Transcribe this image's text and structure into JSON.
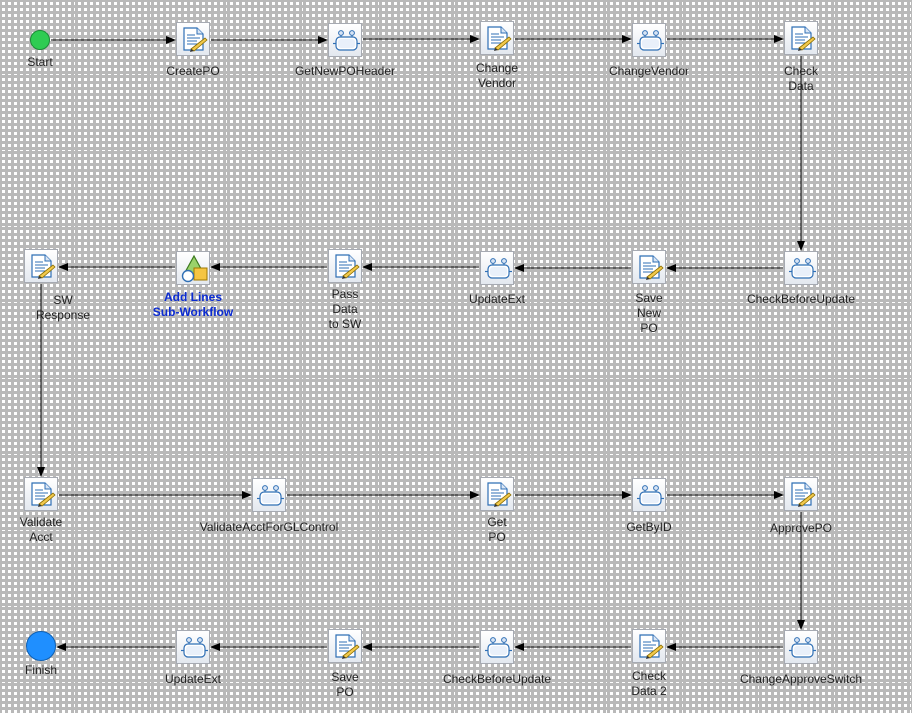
{
  "colors": {
    "start": "#2ecc52",
    "finish": "#1f8fff",
    "edge": "#000000",
    "subflow_label": "#0b2bd1"
  },
  "nodes": {
    "start": {
      "label": "Start",
      "kind": "start-event"
    },
    "create_po": {
      "label": "CreatePO",
      "kind": "script"
    },
    "get_new_po_header": {
      "label": "GetNewPOHeader",
      "kind": "service"
    },
    "change_vendor_script": {
      "label": "Change\nVendor",
      "kind": "script"
    },
    "change_vendor_service": {
      "label": "ChangeVendor",
      "kind": "service"
    },
    "check_data": {
      "label": "Check\nData",
      "kind": "script"
    },
    "check_before_update_1": {
      "label": "CheckBeforeUpdate",
      "kind": "service"
    },
    "save_new_po": {
      "label": "Save\nNew\nPO",
      "kind": "script"
    },
    "update_ext_1": {
      "label": "UpdateExt",
      "kind": "service"
    },
    "pass_data_to_sw": {
      "label": "Pass\nData\nto SW",
      "kind": "script"
    },
    "add_lines_subflow": {
      "label": "Add Lines\nSub-Workflow",
      "kind": "subworkflow"
    },
    "sw_response": {
      "label": "SW\nResponse",
      "kind": "script"
    },
    "validate_acct": {
      "label": "Validate\nAcct",
      "kind": "script"
    },
    "validate_acct_for_glc": {
      "label": "ValidateAcctForGLControl",
      "kind": "service"
    },
    "get_po": {
      "label": "Get\nPO",
      "kind": "script"
    },
    "get_by_id": {
      "label": "GetByID",
      "kind": "service"
    },
    "approve_po": {
      "label": "ApprovePO",
      "kind": "script"
    },
    "change_approve_switch": {
      "label": "ChangeApproveSwitch",
      "kind": "service"
    },
    "check_data_2": {
      "label": "Check\nData 2",
      "kind": "script"
    },
    "check_before_update_2": {
      "label": "CheckBeforeUpdate",
      "kind": "service"
    },
    "save_po": {
      "label": "Save\nPO",
      "kind": "script"
    },
    "update_ext_2": {
      "label": "UpdateExt",
      "kind": "service"
    },
    "finish": {
      "label": "Finish",
      "kind": "end-event"
    }
  },
  "edges": [
    [
      "start",
      "create_po"
    ],
    [
      "create_po",
      "get_new_po_header"
    ],
    [
      "get_new_po_header",
      "change_vendor_script"
    ],
    [
      "change_vendor_script",
      "change_vendor_service"
    ],
    [
      "change_vendor_service",
      "check_data"
    ],
    [
      "check_data",
      "check_before_update_1"
    ],
    [
      "check_before_update_1",
      "save_new_po"
    ],
    [
      "save_new_po",
      "update_ext_1"
    ],
    [
      "update_ext_1",
      "pass_data_to_sw"
    ],
    [
      "pass_data_to_sw",
      "add_lines_subflow"
    ],
    [
      "add_lines_subflow",
      "sw_response"
    ],
    [
      "sw_response",
      "validate_acct"
    ],
    [
      "validate_acct",
      "validate_acct_for_glc"
    ],
    [
      "validate_acct_for_glc",
      "get_po"
    ],
    [
      "get_po",
      "get_by_id"
    ],
    [
      "get_by_id",
      "approve_po"
    ],
    [
      "approve_po",
      "change_approve_switch"
    ],
    [
      "change_approve_switch",
      "check_data_2"
    ],
    [
      "check_data_2",
      "check_before_update_2"
    ],
    [
      "check_before_update_2",
      "save_po"
    ],
    [
      "save_po",
      "update_ext_2"
    ],
    [
      "update_ext_2",
      "finish"
    ]
  ]
}
